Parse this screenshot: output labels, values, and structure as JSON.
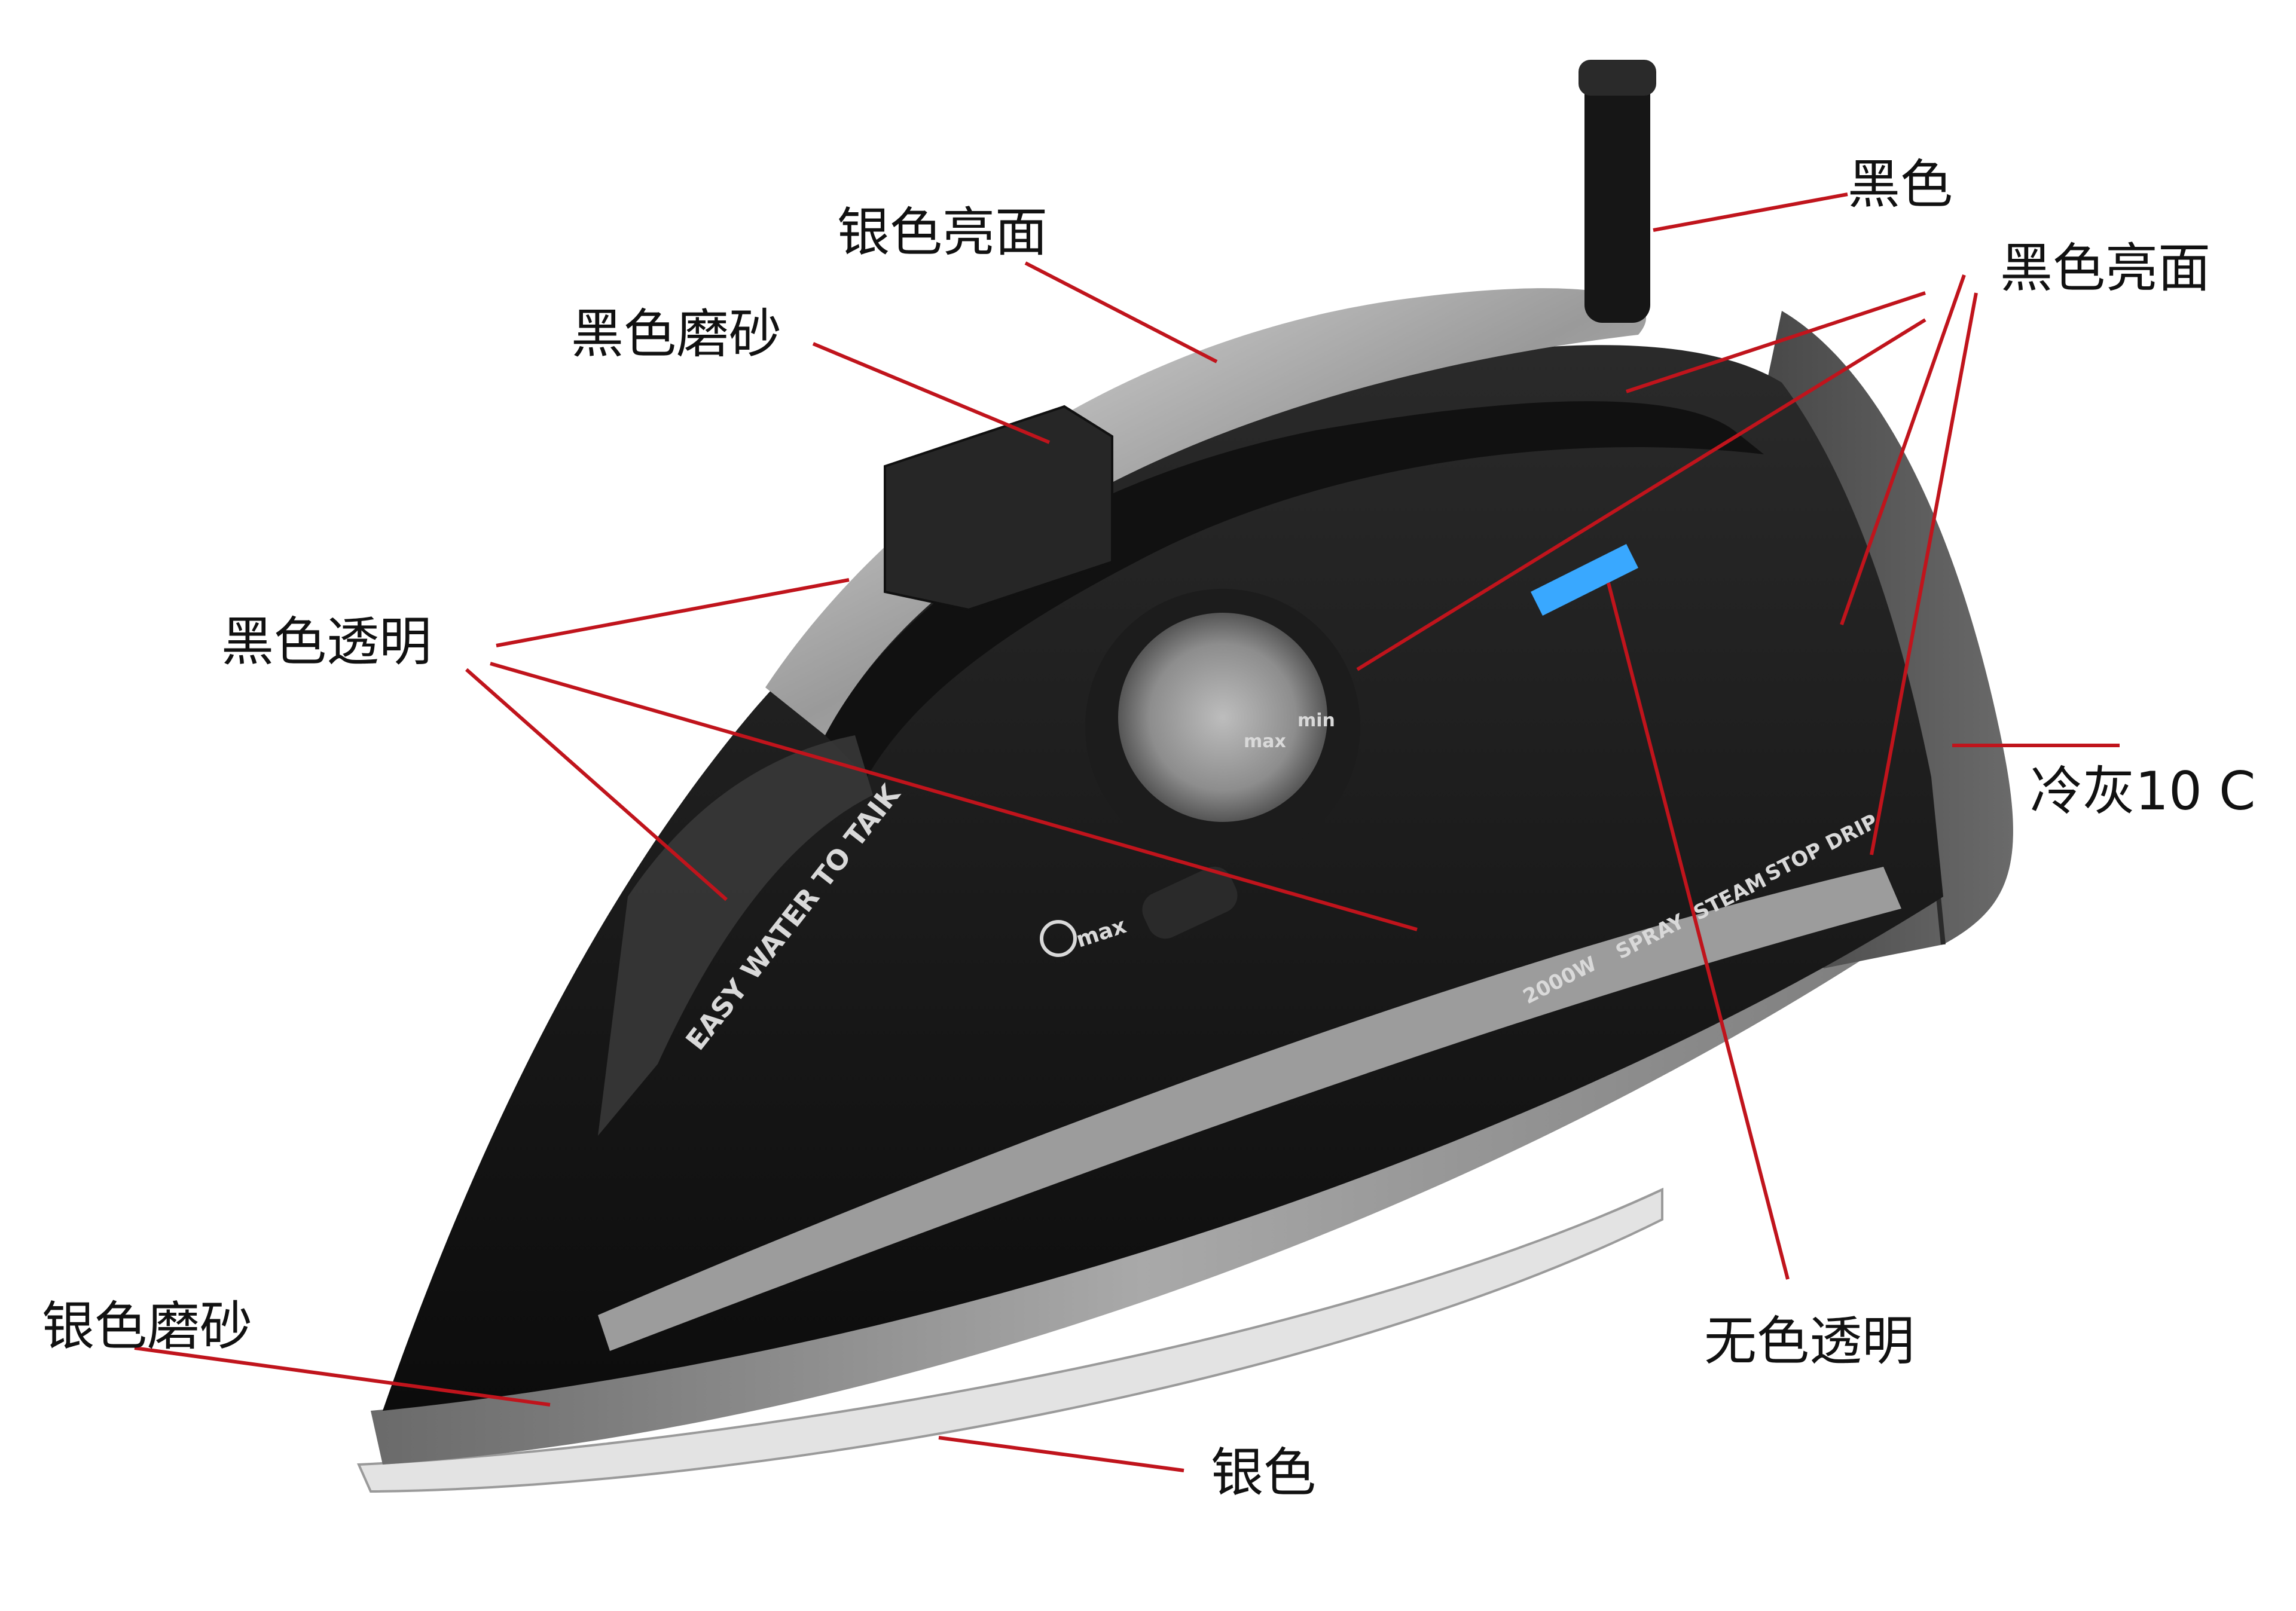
{
  "labels": {
    "black": "黑色",
    "silver_glossy": "银色亮面",
    "black_glossy": "黑色亮面",
    "black_matte": "黑色磨砂",
    "black_transparent": "黑色透明",
    "cool_gray": "冷灰10 C",
    "silver_matte": "银色磨砂",
    "colorless_transparent": "无色透明",
    "silver": "银色"
  },
  "product_print": {
    "side_text": "EASY WATER TO TAIK",
    "power": "2000W",
    "spray": "SPRAY",
    "steam": "STEAM",
    "stop_drip": "STOP DRIP",
    "dial_min": "min",
    "dial_max": "max",
    "knob_max": "max"
  },
  "colors": {
    "leader_line": "#c0141c",
    "body_black": "#161616",
    "silver": "#b8b8b8",
    "cool_gray": "#5a5a5a",
    "led_blue": "#39a8ff"
  }
}
